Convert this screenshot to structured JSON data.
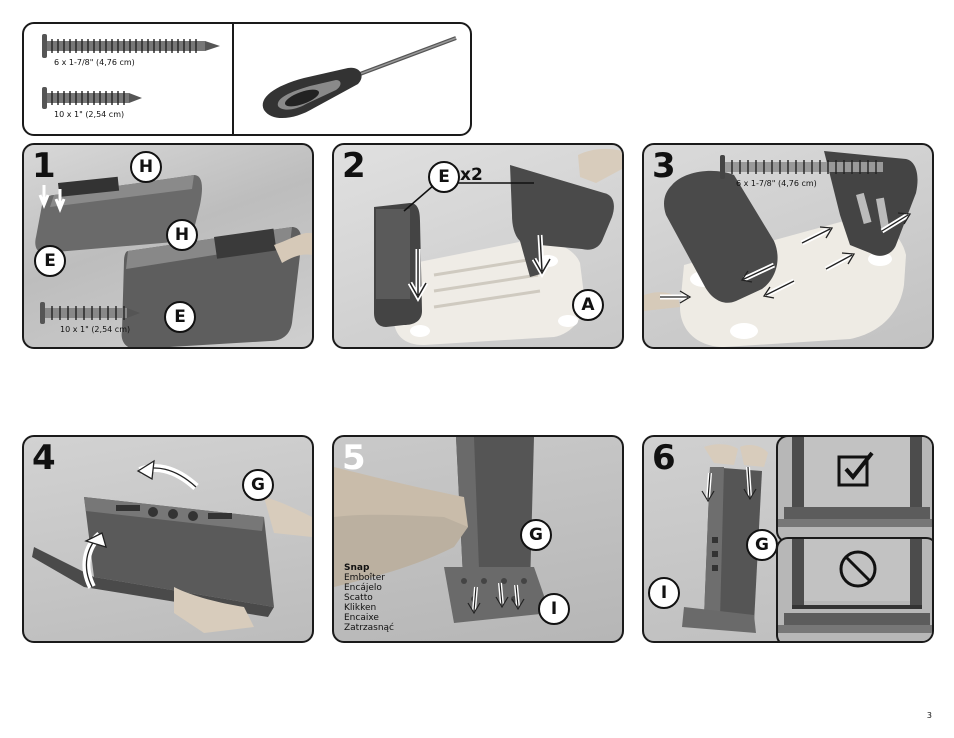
{
  "hardware_box": {
    "screw_long_label": "6 x 1-7/8\" (4,76 cm)",
    "screw_short_label": "10 x 1\" (2,54 cm)"
  },
  "steps": [
    {
      "number": "1",
      "callouts": [
        "H",
        "H",
        "E",
        "E"
      ],
      "screw_label": "10 x 1\" (2,54 cm)"
    },
    {
      "number": "2",
      "callouts": [
        "E",
        "A"
      ],
      "quantity": "x2"
    },
    {
      "number": "3",
      "screw_label": "6 x 1-7/8\" (4,76 cm)"
    },
    {
      "number": "4",
      "callouts": [
        "G"
      ]
    },
    {
      "number": "5",
      "callouts": [
        "G",
        "I"
      ],
      "snap_words": [
        "Snap",
        "Emboîter",
        "Encájelo",
        "Scatto",
        "Klikken",
        "Encaixe",
        "Zatrzasnąć"
      ]
    },
    {
      "number": "6",
      "callouts": [
        "G",
        "I"
      ]
    }
  ],
  "page_number": "3"
}
